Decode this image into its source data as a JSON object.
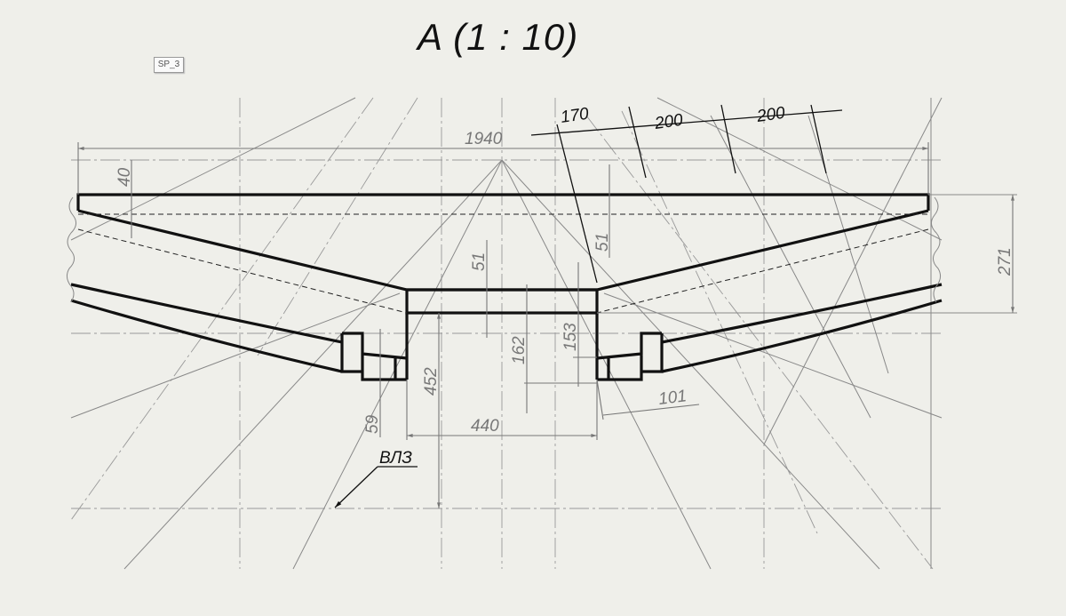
{
  "title": "A (1 : 10)",
  "tag": "SP_3",
  "dimensions": {
    "overall_width": "1940",
    "left_offset": "40",
    "right_offset": "51",
    "center_offset": "51",
    "height_right": "271",
    "d162": "162",
    "d153": "153",
    "d452": "452",
    "d59": "59",
    "d440": "440",
    "d101": "101",
    "d170": "170",
    "d200a": "200",
    "d200b": "200"
  },
  "label_vlz": "ВЛЗ"
}
